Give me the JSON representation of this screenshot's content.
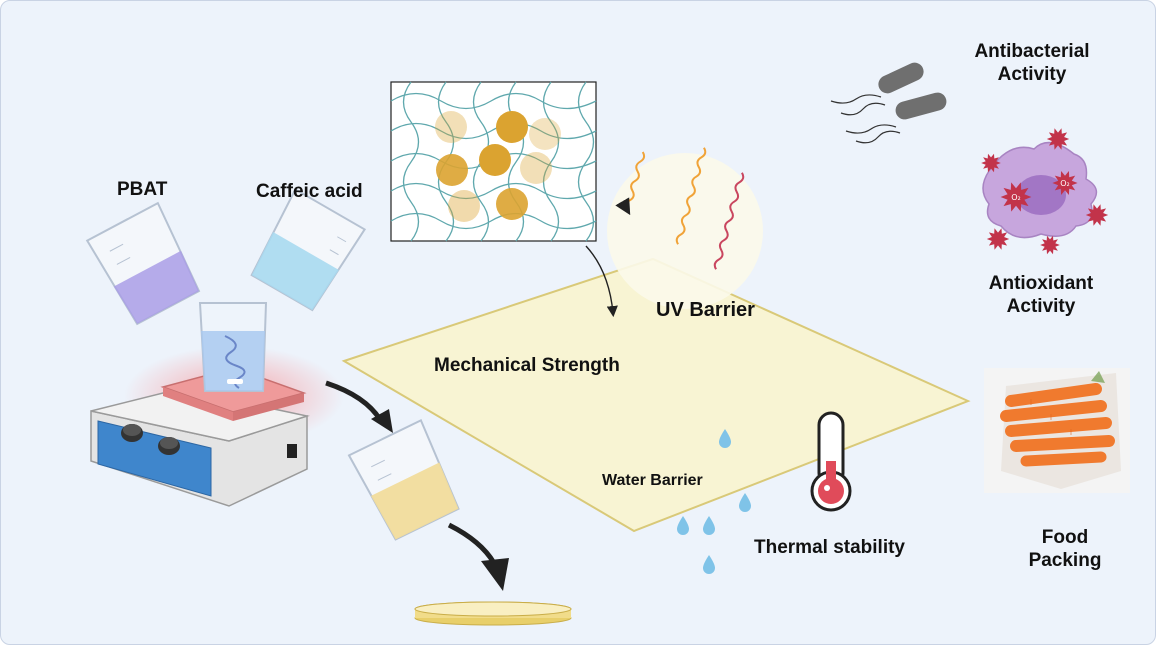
{
  "labels": {
    "pbat": "PBAT",
    "caffeic_acid": "Caffeic acid",
    "mechanical_strength": "Mechanical Strength",
    "uv_barrier": "UV Barrier",
    "water_barrier": "Water Barrier",
    "thermal_stability": "Thermal stability",
    "antibacterial_line1": "Antibacterial",
    "antibacterial_line2": "Activity",
    "antioxidant_line1": "Antioxidant",
    "antioxidant_line2": "Activity",
    "food_line1": "Food",
    "food_line2": "Packing"
  },
  "radical_symbol": "O₂",
  "colors": {
    "background": "#edf3fb",
    "film": "#f8f4d3",
    "film_edge": "#d9c978",
    "pbat_liquid": "#a99ee6",
    "caffeic_liquid": "#a9d9ef",
    "mixture_liquid": "#f1dc9c",
    "particle": "#dba330",
    "network_line": "#5fa8ad",
    "uv_wave_orange": "#f0a338",
    "uv_wave_red": "#c9465f",
    "cell": "#c7a6dd",
    "radical": "#c2334a",
    "hotplate_top": "#ef9a9a",
    "hotplate_panel": "#3f86cc",
    "water_drop": "#7fc3e8",
    "thermometer": "#e04b5a",
    "bacteria": "#6f6f6f",
    "carrot": "#f07a2e"
  },
  "icons": [
    "beaker-icon",
    "hotplate-stirrer-icon",
    "petri-dish-icon",
    "bacteria-icon",
    "cell-icon",
    "thermometer-icon",
    "water-drop-icon",
    "carrot-bag-photo"
  ]
}
